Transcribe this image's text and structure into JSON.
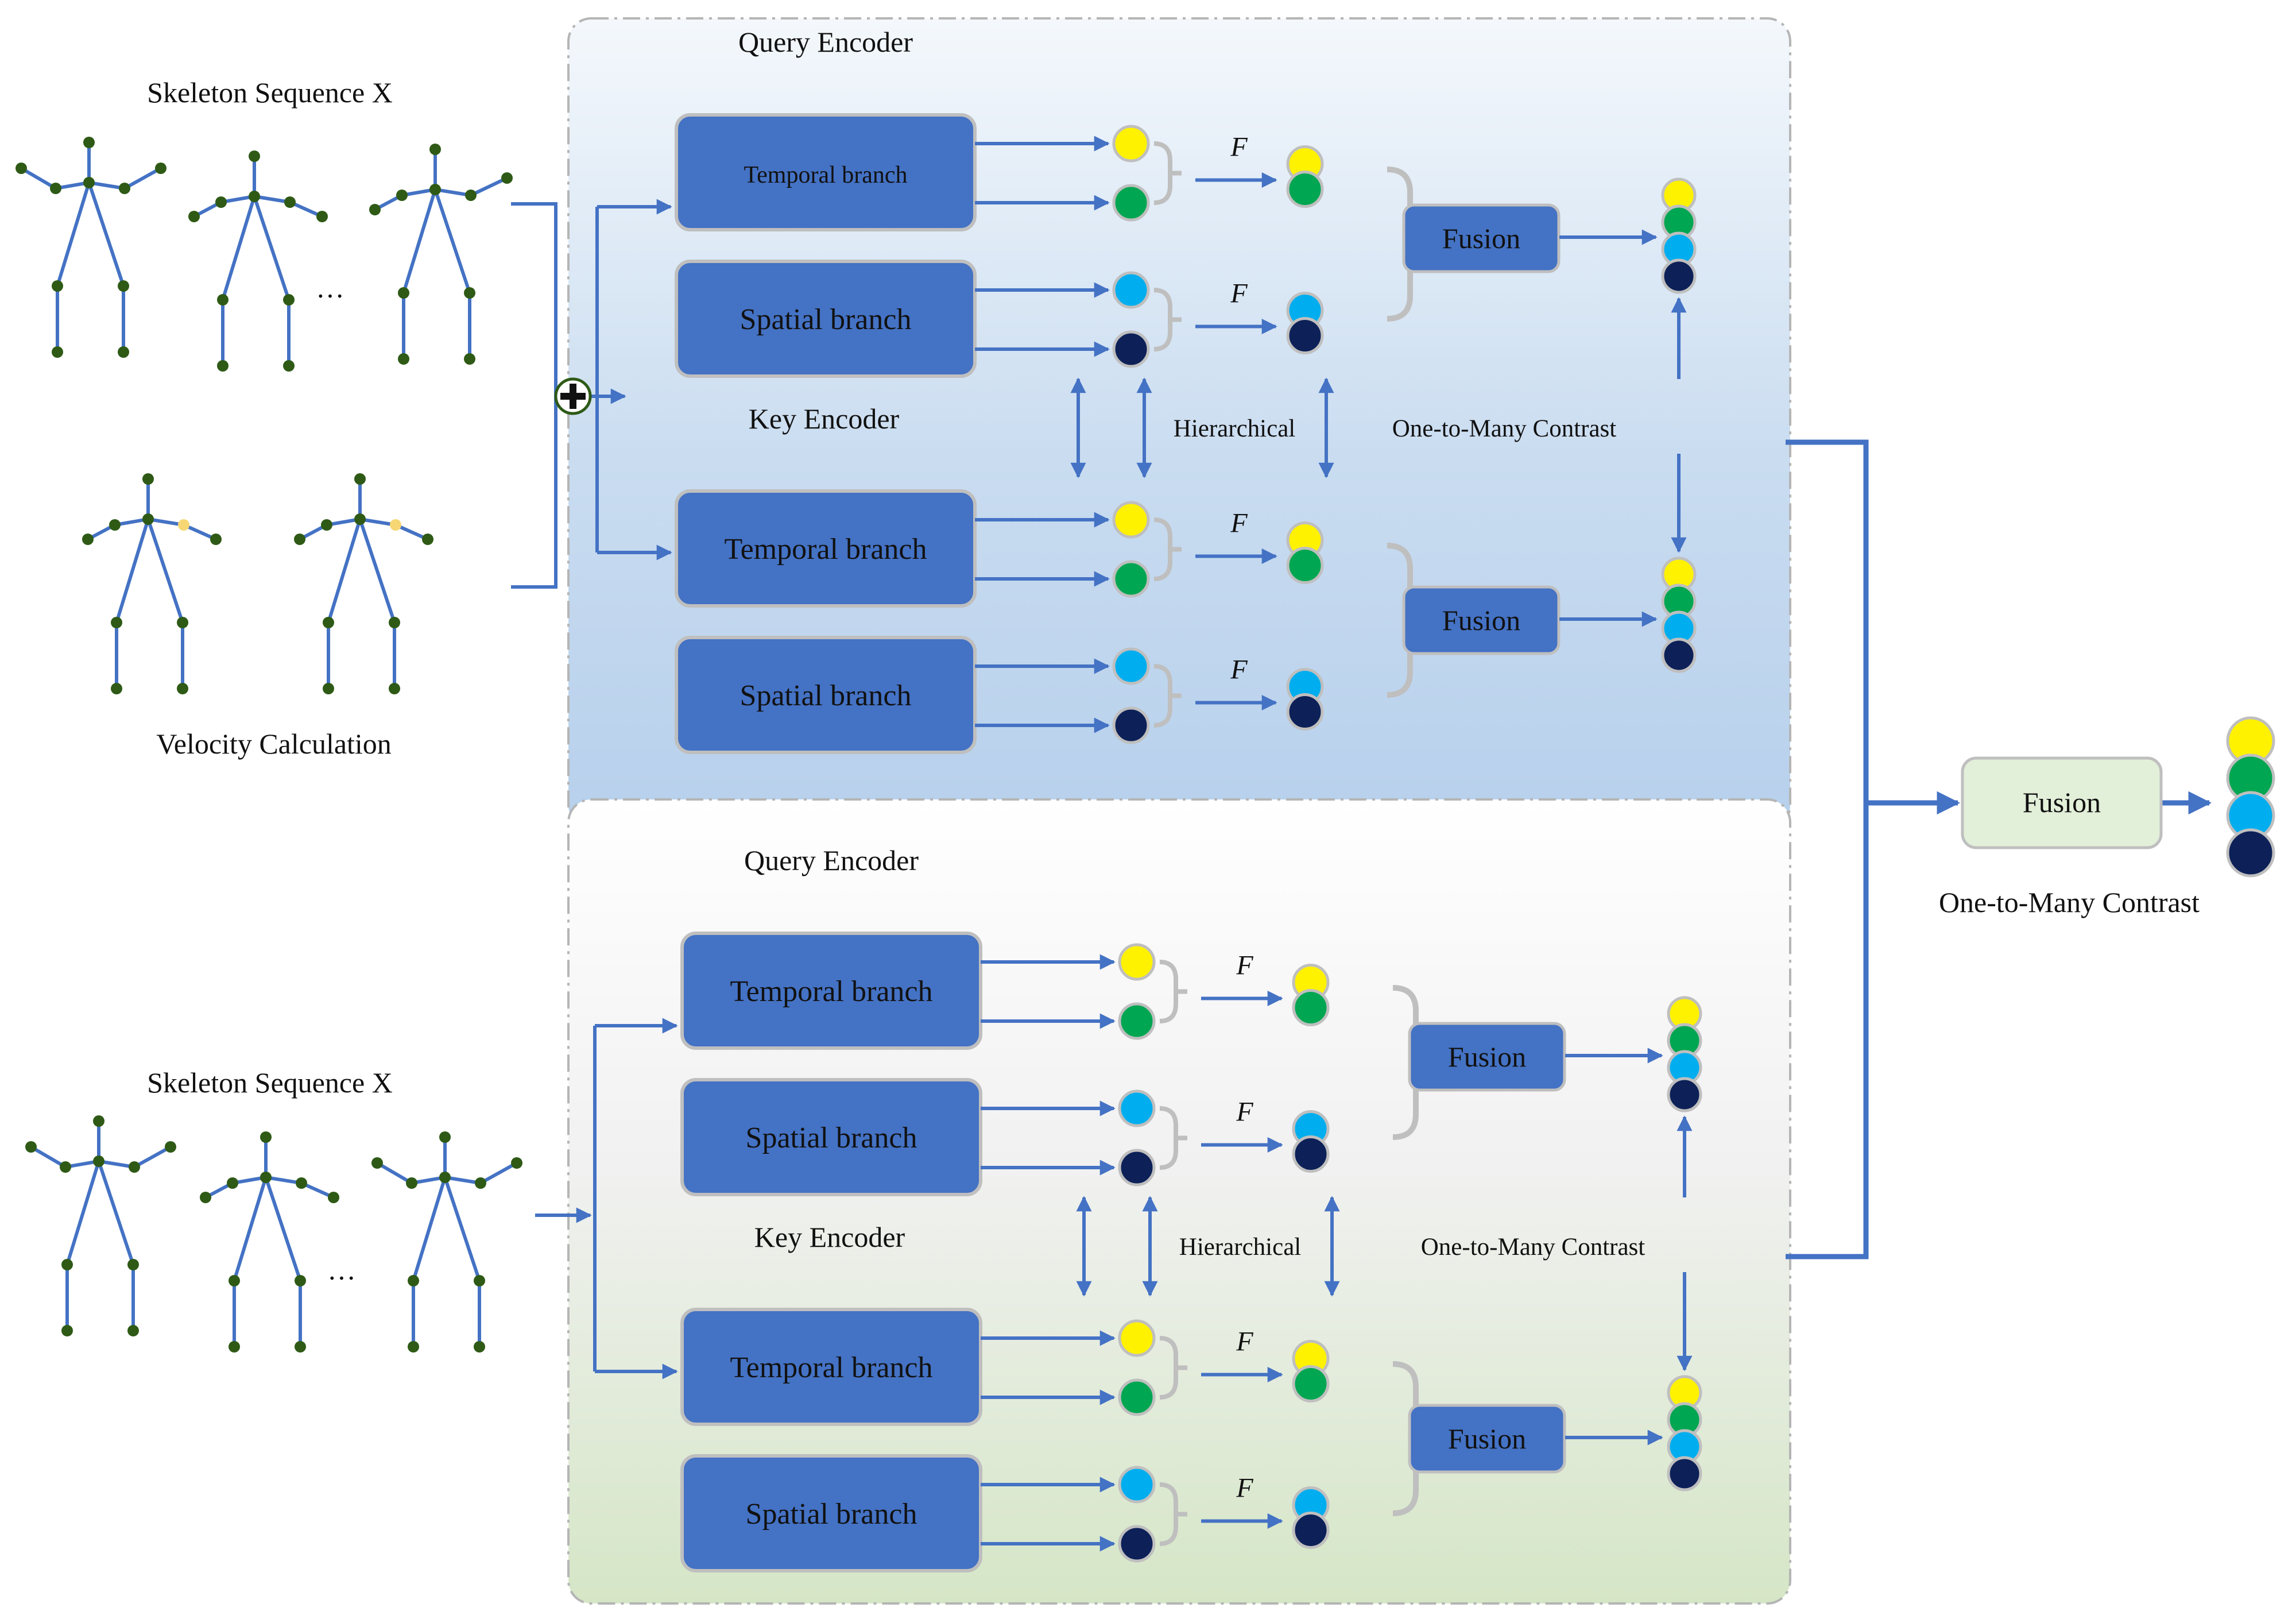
{
  "colors": {
    "box_blue": "#4472C4",
    "arrow_blue": "#4472C4",
    "joint_green": "#2E5A16",
    "token_yellow": "#FFF200",
    "token_green": "#00A651",
    "token_cyan": "#00AEEF",
    "token_navy": "#0D2158",
    "final_fusion_box": "#E2EFD9",
    "velocity_joint": "#F7D774"
  },
  "left": {
    "seq_title_top": "Skeleton Sequence X",
    "velocity_label": "Velocity Calculation",
    "seq_title_bottom": "Skeleton Sequence X",
    "ellipsis": "···",
    "plus_symbol": "+"
  },
  "panels": [
    {
      "query_encoder": "Query Encoder",
      "key_encoder": "Key Encoder",
      "temporal_q": "Temporal branch",
      "spatial_q": "Spatial branch",
      "temporal_k": "Temporal branch",
      "spatial_k": "Spatial branch",
      "fusion_q": "Fusion",
      "fusion_k": "Fusion",
      "f_label": "F",
      "hierarchical": "Hierarchical",
      "one_to_many": "One-to-Many Contrast"
    },
    {
      "query_encoder": "Query Encoder",
      "key_encoder": "Key Encoder",
      "temporal_q": "Temporal branch",
      "spatial_q": "Spatial branch",
      "temporal_k": "Temporal branch",
      "spatial_k": "Spatial branch",
      "fusion_q": "Fusion",
      "fusion_k": "Fusion",
      "f_label": "F",
      "hierarchical": "Hierarchical",
      "one_to_many": "One-to-Many Contrast"
    }
  ],
  "right": {
    "fusion": "Fusion",
    "one_to_many": "One-to-Many Contrast"
  }
}
